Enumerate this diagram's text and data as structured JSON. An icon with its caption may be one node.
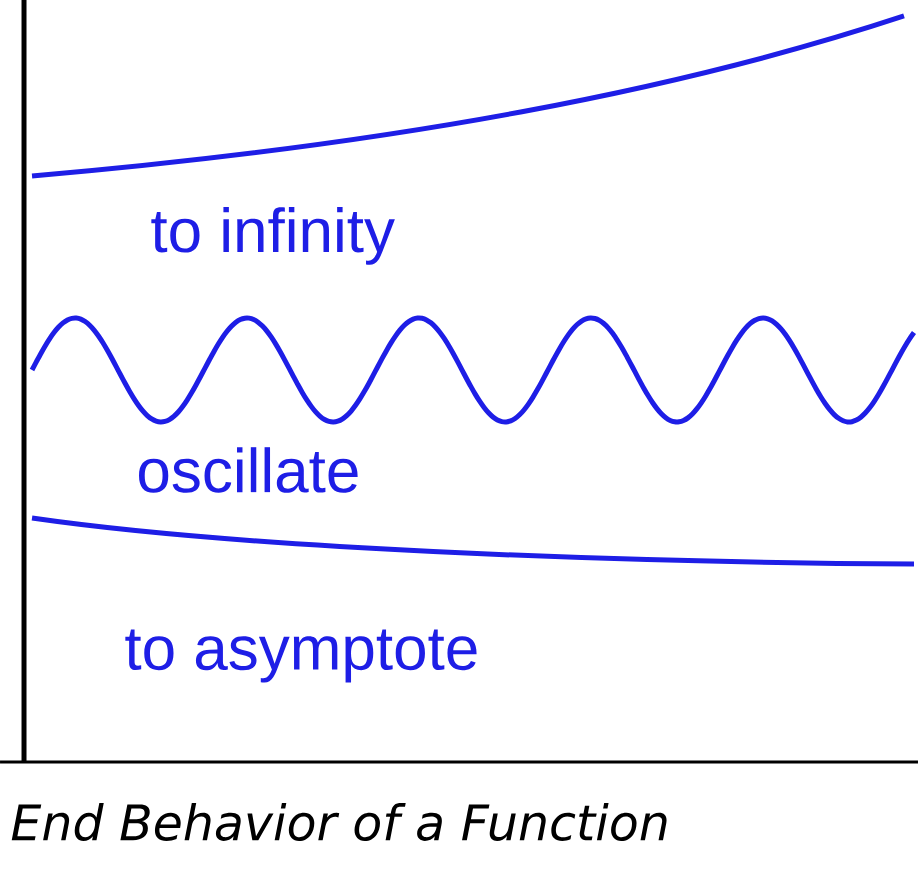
{
  "diagram": {
    "caption": "End Behavior of a Function",
    "labels": [
      "to infinity",
      "oscillate",
      "to asymptote"
    ]
  }
}
